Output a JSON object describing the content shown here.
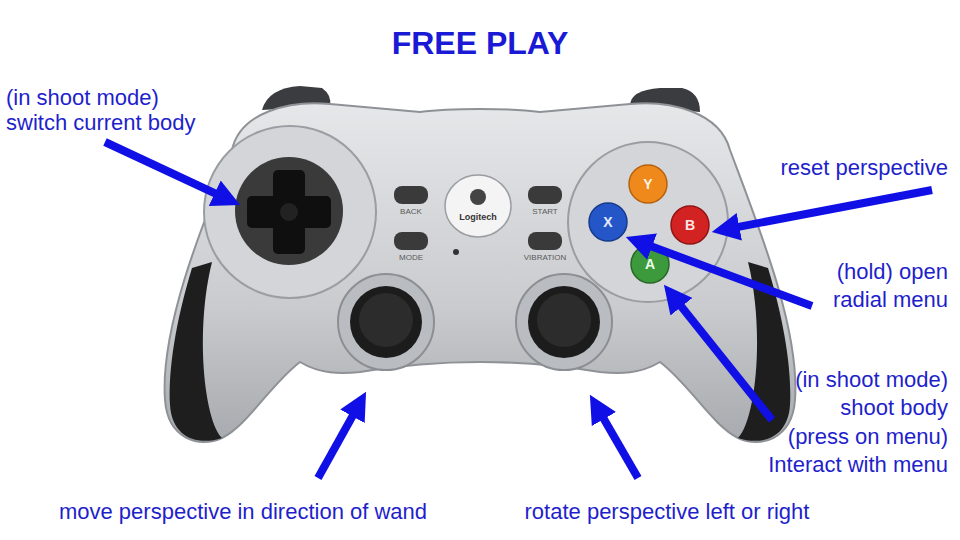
{
  "diagram": {
    "title": "FREE PLAY",
    "labels": [
      "(in shoot mode) switch current body",
      "BACK",
      "Logitech",
      "START",
      "reset perspective",
      "MODE",
      "VIBRATION",
      "Y",
      "X",
      "B",
      "A",
      "(hold) open radial menu",
      "(in shoot mode) shoot body",
      "(press on menu) Interact with menu",
      "move perspective in direction of wand",
      "rotate perspective left or right"
    ]
  }
}
